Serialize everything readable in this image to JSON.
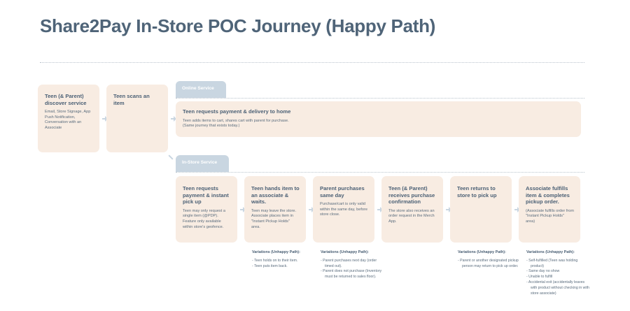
{
  "title": "Share2Pay In-Store POC Journey (Happy Path)",
  "steps": [
    {
      "title": "Teen (& Parent) discover service",
      "body": "Email, Store Signage, App Push Notification, Conversation with an Associate"
    },
    {
      "title": "Teen scans an item",
      "body": ""
    }
  ],
  "online": {
    "tab": "Online Service",
    "title": "Teen requests payment & delivery to home",
    "body": "Teen adds items to cart, shares cart with parent for purchase.",
    "body2": "(Same journey that exists today.)"
  },
  "instore": {
    "tab": "In-Store Service",
    "cards": [
      {
        "title": "Teen requests payment & instant pick up",
        "body": "Teen may only request a single item (@PDP). Feature only available within store's geofence."
      },
      {
        "title": "Teen hands item to an associate & waits.",
        "body": "Teen may leave the store. Associate places item in \"Instant Pickup Holds\" area."
      },
      {
        "title": "Parent purchases same day",
        "body": "Purchase/cart is only valid within the same day, before store close."
      },
      {
        "title": "Teen (& Parent) receives purchase confirmation",
        "body": "The store also receives an order request in the Merch App."
      },
      {
        "title": "Teen returns to store to pick up",
        "body": ""
      },
      {
        "title": "Associate fulfills item & completes pickup order.",
        "body": "(Associate fulfills order from \"Instant Pickup Holds\" area)"
      }
    ]
  },
  "variations": [
    {
      "title": "Variations (Unhappy Path):",
      "items": [
        "Teen holds on to their item.",
        "Teen puts item back."
      ]
    },
    {
      "title": "Variations (Unhappy Path):",
      "items": [
        "Parent purchases next day (order timed out).",
        "Parent does not purchase (Inventory must be returned to sales floor)."
      ]
    },
    {
      "title": "Variations (Unhappy Path):",
      "items": [
        "Parent or another designated pickup person may return to pick up order."
      ]
    },
    {
      "title": "Variations (Unhappy Path):",
      "items": [
        "Self-fulfilled (Teen was holding product)",
        "Same day no show",
        "Unable to fulfill",
        "Accidental exit (accidentally leaves with product without checking in with store associate)"
      ]
    }
  ]
}
